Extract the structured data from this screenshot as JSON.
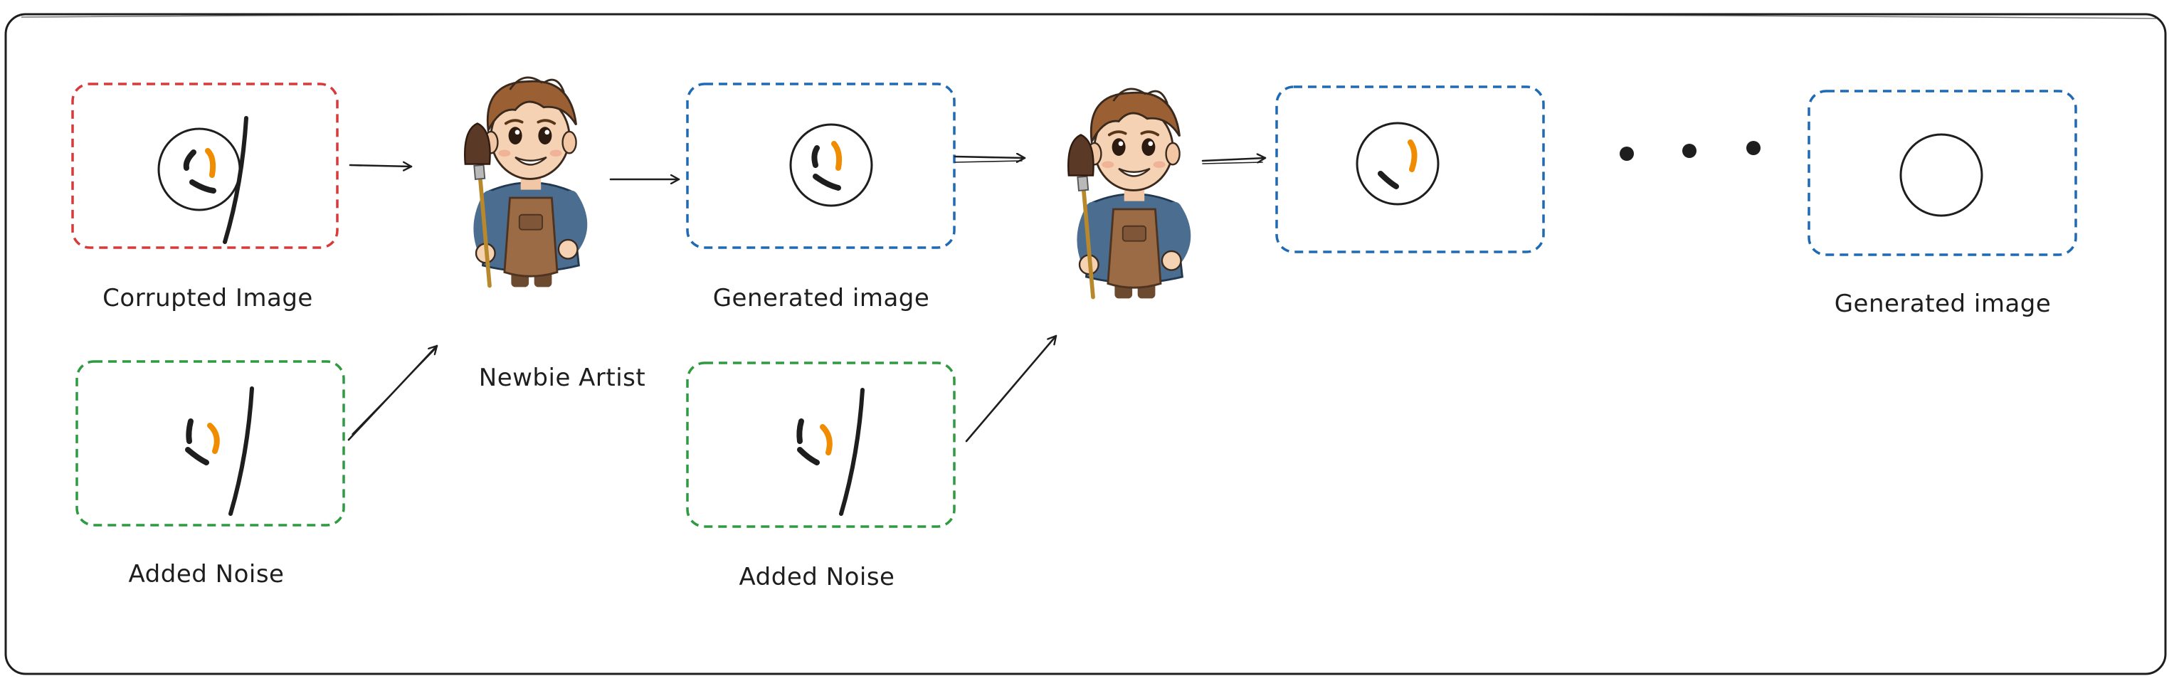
{
  "labels": {
    "corrupted_image": "Corrupted Image",
    "added_noise_1": "Added Noise",
    "newbie_artist": "Newbie Artist",
    "generated_image_1": "Generated image",
    "added_noise_2": "Added Noise",
    "generated_image_final": "Generated image"
  },
  "colors": {
    "corrupted_border": "#d63a3a",
    "noise_border": "#2f9a41",
    "generated_border": "#1f6ab4",
    "ink": "#1e1e1e",
    "accent_stroke": "#f08c00",
    "frame": "#1e1e1e"
  },
  "icons": {
    "artist": "cartoon-artist-with-paintbrush",
    "ellipsis": "three-dots-icon"
  }
}
